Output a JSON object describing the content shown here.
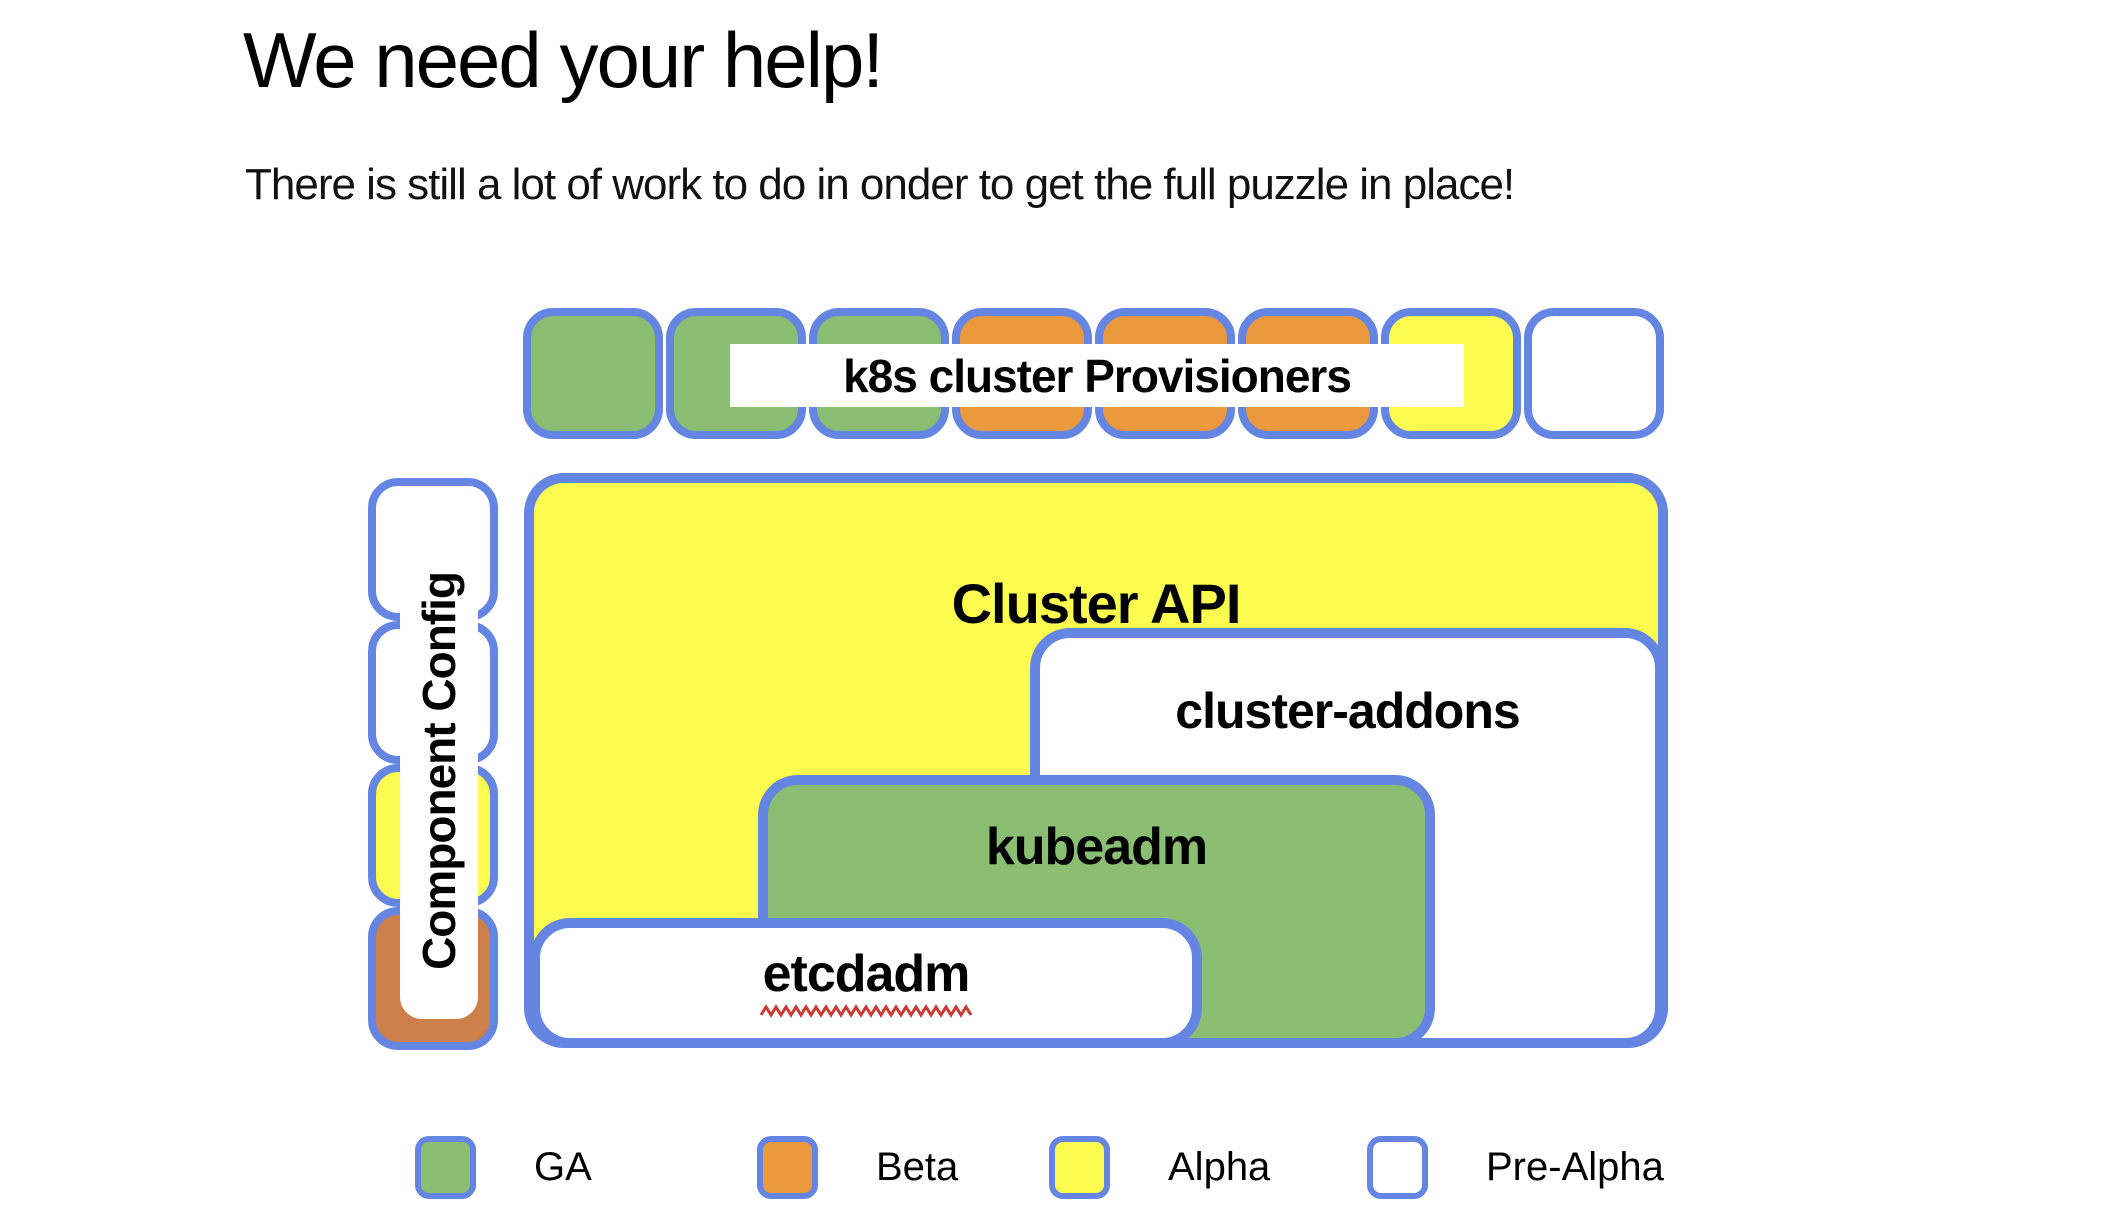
{
  "page": {
    "title": "We need your help!",
    "subtitle": "There is still a lot of work to do in onder to get the full puzzle in place!"
  },
  "colors": {
    "border_blue": "#6585E2",
    "squiggle_red": "#CC3B33",
    "status_colors": {
      "ga": "#8ABE72",
      "beta": "#EA9A3C",
      "alpha": "#FCFB4F",
      "pre_alpha": "#FFFFFF"
    }
  },
  "diagram": {
    "provisioners_label": "k8s cluster Provisioners",
    "top_row_pieces": [
      {
        "status": "ga"
      },
      {
        "status": "ga"
      },
      {
        "status": "ga"
      },
      {
        "status": "beta"
      },
      {
        "status": "beta"
      },
      {
        "status": "beta"
      },
      {
        "status": "alpha"
      },
      {
        "status": "pre_alpha"
      }
    ],
    "component_config_label": "Component Config",
    "component_config_pieces": [
      {
        "status": "pre_alpha"
      },
      {
        "status": "pre_alpha"
      },
      {
        "status": "alpha"
      },
      {
        "status": "beta",
        "color": "#CC7F4B"
      }
    ],
    "boxes": {
      "cluster_api": {
        "label": "Cluster API",
        "status": "alpha"
      },
      "cluster_addons": {
        "label": "cluster-addons",
        "status": "pre_alpha"
      },
      "kubeadm": {
        "label": "kubeadm",
        "status": "ga"
      },
      "etcdadm": {
        "label": "etcdadm",
        "status": "pre_alpha"
      }
    }
  },
  "legend": {
    "items": [
      {
        "label": "GA",
        "status": "ga"
      },
      {
        "label": "Beta",
        "status": "beta"
      },
      {
        "label": "Alpha",
        "status": "alpha"
      },
      {
        "label": "Pre-Alpha",
        "status": "pre_alpha"
      }
    ]
  }
}
